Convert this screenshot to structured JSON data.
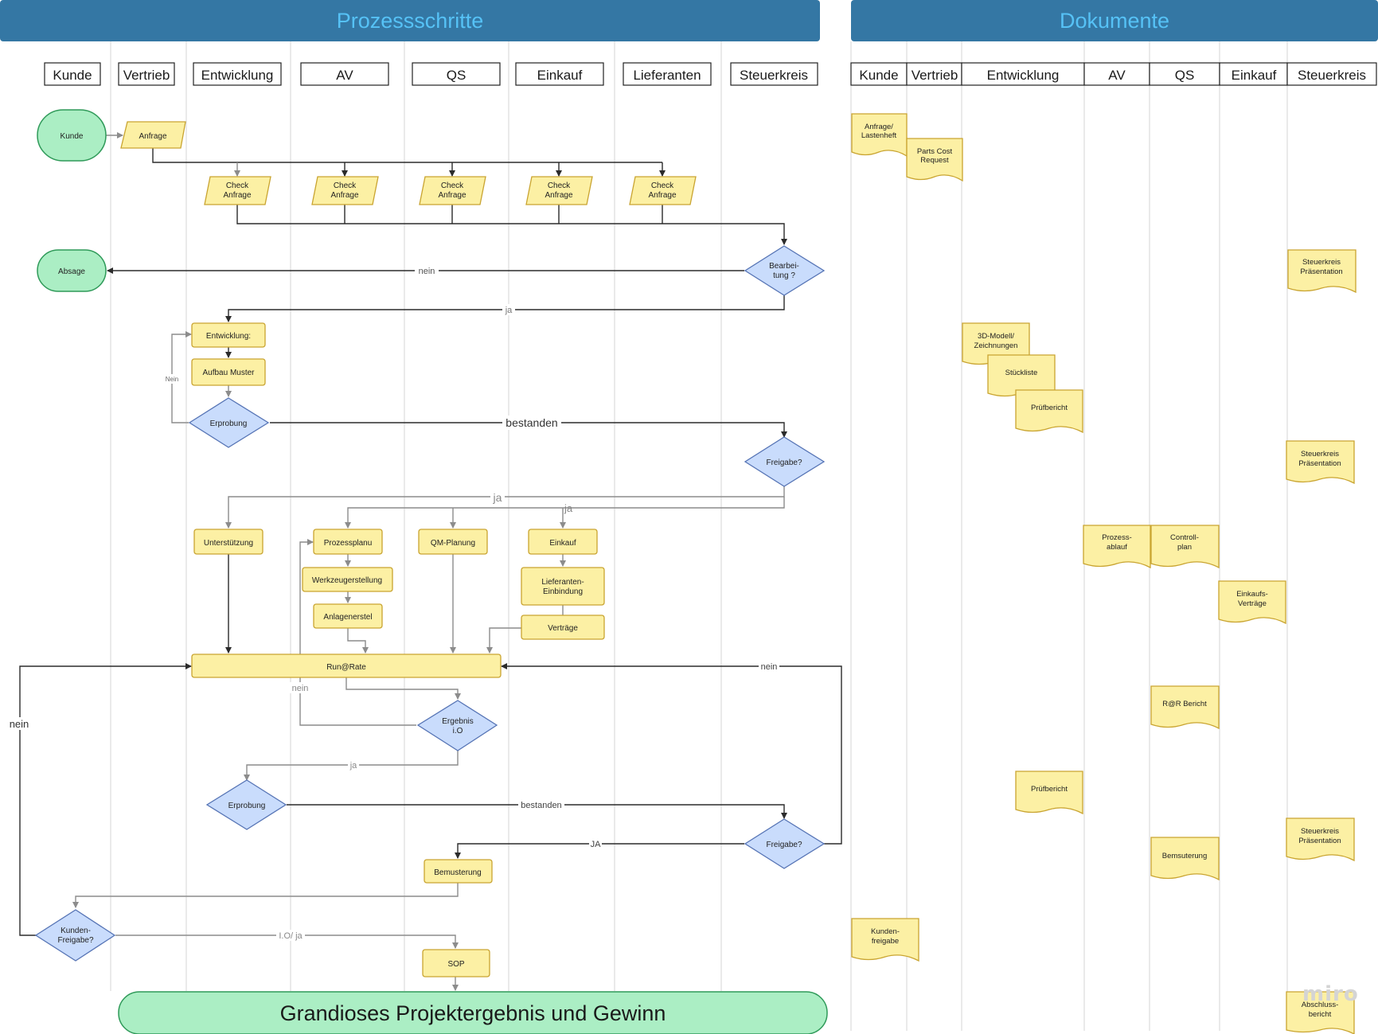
{
  "titles": {
    "process": "Prozessschritte",
    "documents": "Dokumente"
  },
  "process_lanes": [
    "Kunde",
    "Vertrieb",
    "Entwicklung",
    "AV",
    "QS",
    "Einkauf",
    "Lieferanten",
    "Steuerkreis"
  ],
  "document_lanes": [
    "Kunde",
    "Vertrieb",
    "Entwicklung",
    "AV",
    "QS",
    "Einkauf",
    "Steuerkreis"
  ],
  "colors": {
    "header": "#3477a4",
    "header_text": "#56c2f6",
    "process": "#fcf0a4",
    "process_border": "#c9a430",
    "decision": "#c9dcfc",
    "decision_border": "#5674b5",
    "terminal": "#abeec4",
    "terminal_border": "#2f9a59",
    "doc": "#fcf0a4",
    "doc_border": "#c9a430",
    "line": "#2b2b2b",
    "line_gray": "#8c8c8c"
  },
  "terminals": {
    "kunde": "Kunde",
    "absage": "Absage",
    "result": "Grandioses Projektergebnis und Gewinn"
  },
  "process": {
    "anfrage": "Anfrage",
    "check_line1": "Check",
    "check_line2": "Anfrage",
    "entwicklung": "Entwicklung:",
    "aufbau_muster": "Aufbau Muster",
    "unterstuetzung": "Unterstützung",
    "prozessplanung": "Prozessplanu",
    "werkzeugerstellung": "Werkzeugerstellung",
    "anlagenerstel": "Anlagenerstel",
    "qm_planung": "QM-Planung",
    "einkauf": "Einkauf",
    "lieferanten_line1": "Lieferanten-",
    "lieferanten_line2": "Einbindung",
    "vertraege": "Verträge",
    "run_rate": "Run@Rate",
    "bemusterung": "Bemusterung",
    "sop": "SOP"
  },
  "decisions": {
    "bearbeitung_line1": "Bearbei-",
    "bearbeitung_line2": "tung ?",
    "erprobung": "Erprobung",
    "freigabe": "Freigabe?",
    "ergebnis_line1": "Ergebnis",
    "ergebnis_line2": "i.O",
    "erprobung2": "Erprobung",
    "freigabe2": "Freigabe?",
    "kundenfreigabe_line1": "Kunden-",
    "kundenfreigabe_line2": "Freigabe?"
  },
  "edge_labels": {
    "nein": "nein",
    "ja": "ja",
    "nein_cap": "Nein",
    "bestanden": "bestanden",
    "ja_upper": "JA",
    "io_ja": "I.O/ ja"
  },
  "documents": {
    "anfrage_line1": "Anfrage/",
    "anfrage_line2": "Lastenheft",
    "parts_line1": "Parts Cost",
    "parts_line2": "Request",
    "steuerkreis_line1": "Steuerkreis",
    "steuerkreis_line2": "Präsentation",
    "modell_line1": "3D-Modell/",
    "modell_line2": "Zeichnungen",
    "stueckliste": "Stückliste",
    "pruefbericht": "Prüfbericht",
    "prozessablauf_line1": "Prozess-",
    "prozessablauf_line2": "ablauf",
    "controllplan_line1": "Controll-",
    "controllplan_line2": "plan",
    "einkaufsvertraege_line1": "Einkaufs-",
    "einkaufsvertraege_line2": "Verträge",
    "rr_bericht": "R@R Bericht",
    "bemsuterung": "Bemsuterung",
    "kundenfreigabe_line1": "Kunden-",
    "kundenfreigabe_line2": "freigabe",
    "abschluss_line1": "Abschluss-",
    "abschluss_line2": "bericht"
  },
  "watermark": "miro"
}
